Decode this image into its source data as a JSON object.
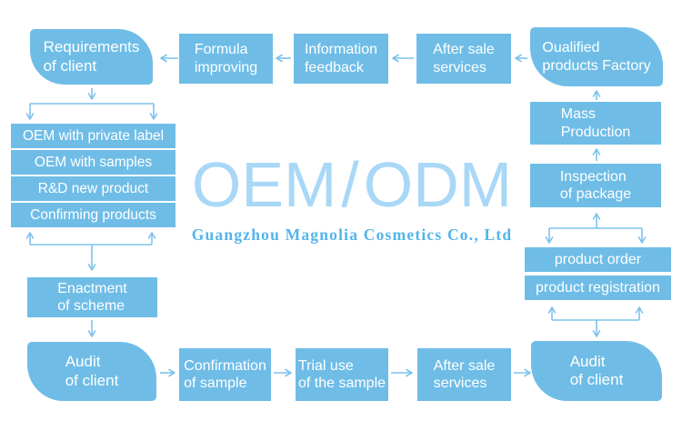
{
  "colors": {
    "box": "#6fbde7",
    "arrow": "#7dc3eb",
    "title": "#a9d8f7",
    "subtitle": "#54b4ea",
    "box-text": "#ffffff",
    "bg": "#ffffff"
  },
  "center": {
    "title_left": "OEM",
    "title_slash": "/",
    "title_right": "ODM",
    "subtitle": "Guangzhou Magnolia Cosmetics Co., Ltd"
  },
  "nodes": {
    "requirements": {
      "line1": "Requirements",
      "line2": "of client"
    },
    "formula": {
      "line1": "Formula",
      "line2": "improving"
    },
    "feedback": {
      "line1": "Information",
      "line2": "feedback"
    },
    "after_sale_top": {
      "line1": "After sale",
      "line2": "services"
    },
    "factory": {
      "line1": "Oualified",
      "line2": "products Factory"
    },
    "mass": {
      "line1": "Mass",
      "line2": "Production"
    },
    "inspection": {
      "line1": "Inspection",
      "line2": "of package"
    },
    "product_order": {
      "label": "product order"
    },
    "product_registration": {
      "label": "product registration"
    },
    "audit_right": {
      "line1": "Audit",
      "line2": "of client"
    },
    "after_sale_bottom": {
      "line1": "After sale",
      "line2": "services"
    },
    "trial": {
      "line1": "Trial use",
      "line2": "of the sample"
    },
    "confirmation": {
      "line1": "Confirmation",
      "line2": "of sample"
    },
    "audit_left": {
      "line1": "Audit",
      "line2": "of client"
    },
    "enactment": {
      "line1": "Enactment",
      "line2": "of scheme"
    },
    "oem_options": [
      "OEM with private label",
      "OEM with samples",
      "R&D new product",
      "Confirming products"
    ]
  }
}
